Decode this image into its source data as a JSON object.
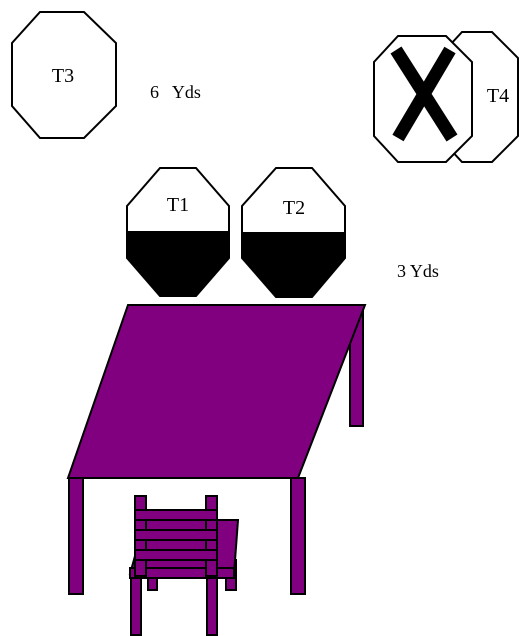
{
  "targets": {
    "t3": {
      "label": "T3",
      "state": "outline"
    },
    "t4": {
      "label": "T4",
      "state": "overlapping, front target crossed out"
    },
    "t1": {
      "label": "T1",
      "state": "lower half black"
    },
    "t2": {
      "label": "T2",
      "state": "lower half black"
    }
  },
  "distances": {
    "far": "6   Yds",
    "near": "3 Yds"
  },
  "colors": {
    "furniture": "#800080",
    "outline": "#000000",
    "fill": "#ffffff",
    "dark": "#000000"
  }
}
